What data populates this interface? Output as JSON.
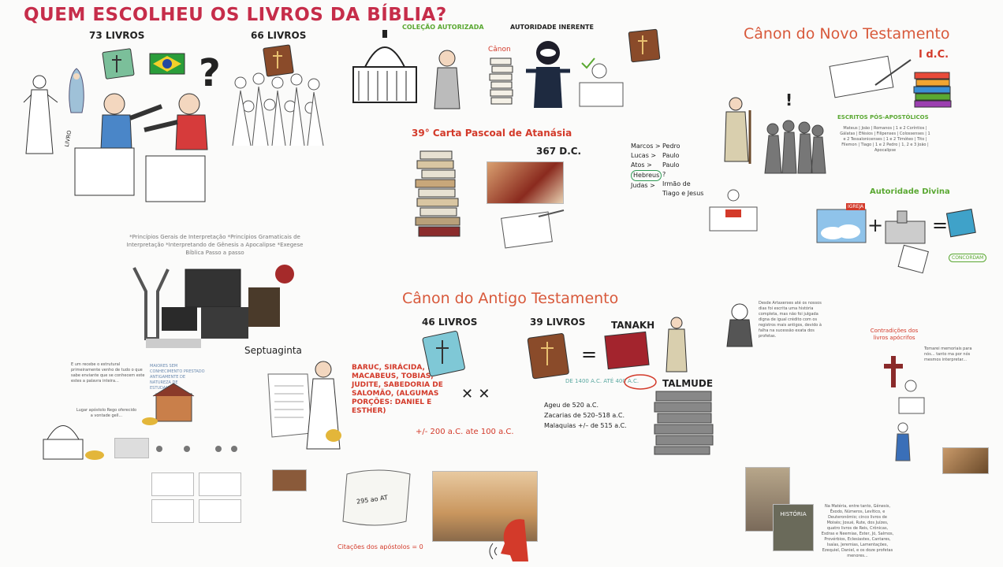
{
  "main_title": "QUEM ESCOLHEU OS LIVROS DA BÍBLIA?",
  "left_top": {
    "label_73": "73 LIVROS",
    "label_66": "66 LIVROS",
    "question_mark": "?",
    "box_text": "LIVRO"
  },
  "middle_top": {
    "colecao": "COLEÇÃO AUTORIZADA",
    "autoridade": "AUTORIDADE INERENTE",
    "canon": "Cânon",
    "carta": "39° Carta Pascoal de Atanásia",
    "year": "367 D.C."
  },
  "authors": {
    "left": [
      "Marcos >",
      "Lucas >",
      "Atos >",
      "Hebreus",
      "Judas >"
    ],
    "right": [
      "Pedro",
      "Paulo",
      "Paulo",
      "?",
      "Irmão de",
      "Tiago e Jesus"
    ]
  },
  "nt": {
    "title": "Cânon do Novo Testamento",
    "century": "I d.C.",
    "escritos": "ESCRITOS PÓS-APOSTÓLICOS",
    "books_list": "Mateus | João | Romanos | 1 e 2 Coríntios | Gálatas | Efésios | Filipenses | Colossenses | 1 e 2 Tessalonicenses | 1 e 2 Timóteo | Tito | Filemon | Tiago | 1 e 2 Pedro | 1, 2 e 3 João | Apocalipse",
    "autoridade_divina": "Autoridade Divina",
    "plus": "+",
    "equals": "=",
    "badge1": "IGREJA",
    "badge2": "CONCORDAM",
    "exclaim": "!"
  },
  "courses": {
    "text": "*Princípios Gerais de Interpretação *Princípios Gramaticais de Interpretação *Interpretando de Gênesis a Apocalipse *Exegese Bíblica Passo a passo"
  },
  "septuaginta": {
    "label": "Septuaginta",
    "note1": "E um recebe o estrutural primeiramente venho de tudo o que sabe enviante que se conhecem este estes a palavra inteira...",
    "note2": "Lugar apóstolo Rego oferecido a vontade gell...",
    "note3": "MAIORES SEM CONHECIMENTO PRESTADO ANTIGAMENTE DE NATUREZA DE ESTUDANTES",
    "apocrypha": "BARUC, SIRÁCIDA, 1E 2 MACABEUS, TOBIAS, JUDITE, SABEDORIA DE SALOMÃO, (ALGUMAS PORÇÕES: DANIEL E ESTHER)",
    "range": "+/- 200 a.C. ate 100 a.C."
  },
  "ot": {
    "title": "Cânon do Antigo Testamento",
    "label_46": "46 LIVROS",
    "label_39": "39 LIVROS",
    "tanakh": "TANAKH",
    "talmude": "TALMUDE",
    "date_range": "DE 1400 A.C. ATÉ 400 A.C.",
    "prophets": [
      "Ageu de 520 a.C.",
      "Zacarias de 520–518 a.C.",
      "Malaquias +/– de 515 a.C."
    ],
    "equals": "=",
    "xx": "✕ ✕"
  },
  "scroll": {
    "label": "295 ao AT",
    "citacoes": "Citações dos apóstolos = 0"
  },
  "right_lower": {
    "contradicoes": "Contradições dos livros apócrifos",
    "quote1": "Desde Artaxerxes até os nossos dias foi escrita uma história completa, mas não foi julgada digna de igual crédito com os registros mais antigos, devido à falha na sucessão exata dos profetas.",
    "quote2": "Tomarei memoriais para nós... tanto ma por nós mesmos interpretar...",
    "quote3": "Na Matéria, entre tanto, Gênesis, Êxodo, Números, Levítico, e Deuteronômio; cinco livros de Moisés; Josué, Rute, dos Juízes, quatro livros de Reis, Crônicas, Esdras e Neemias, Ester, Jó, Salmos, Provérbios, Eclesiastes, Cantares, Isaías, Jeremias, Lamentações, Ezequiel, Daniel, e os doze profetas menores...",
    "book_title": "HISTÓRIA"
  },
  "colors": {
    "title_red": "#c62d4a",
    "section_orange": "#d8593b",
    "accent_green": "#5aa832",
    "accent_red": "#d33a2a"
  }
}
